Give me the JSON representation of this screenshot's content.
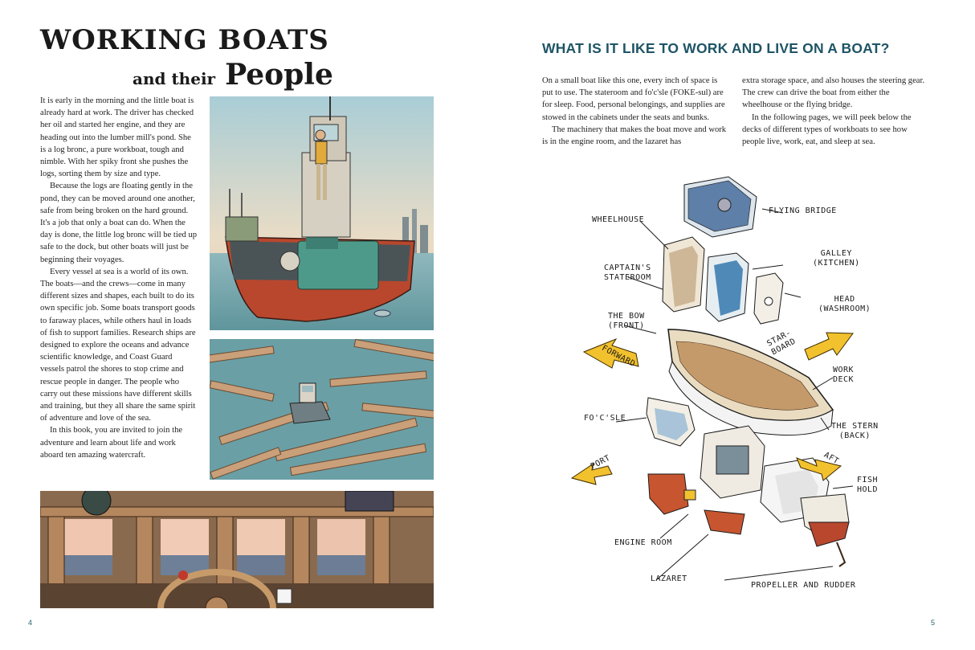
{
  "left_page": {
    "title": {
      "line1": "Working Boats",
      "line2_small": "and their",
      "line2_big": "People"
    },
    "paragraphs": [
      "It is early in the morning and the little boat is already hard at work. The driver has checked her oil and started her engine, and they are heading out into the lumber mill's pond. She is a log bronc, a pure workboat, tough and nimble. With her spiky front she pushes the logs, sorting them by size and type.",
      "Because the logs are floating gently in the pond, they can be moved around one another, safe from being broken on the hard ground. It's a job that only a boat can do. When the day is done, the little log bronc will be tied up safe to the dock, but other boats will just be beginning their voyages.",
      "Every vessel at sea is a world of its own. The boats—and the crews—come in many different sizes and shapes, each built to do its own specific job. Some boats transport goods to faraway places, while others haul in loads of fish to support families. Research ships are designed to explore the oceans and advance scientific knowledge, and Coast Guard vessels patrol the shores to stop crime and rescue people in danger. The people who carry out these missions have different skills and training, but they all share the same spirit of adventure and love of the sea.",
      "In this book, you are invited to join the adventure and learn about life and work aboard ten amazing watercraft."
    ],
    "page_number": "4"
  },
  "right_page": {
    "heading": "What is it like to work and live on a boat?",
    "col1": [
      "On a small boat like this one, every inch of space is put to use. The stateroom and fo'c'sle (FOKE-sul) are for sleep. Food, personal belongings, and supplies are stowed in the cabinets under the seats and bunks.",
      "The machinery that makes the boat move and work is in the engine room, and the lazaret has"
    ],
    "col2": [
      "extra storage space, and also houses the steering gear. The crew can drive the boat from either the wheelhouse or the flying bridge.",
      "In the following pages, we will peek below the decks of different types of workboats to see how people live, work, eat, and sleep at sea."
    ],
    "diagram_labels": {
      "flying_bridge": "Flying Bridge",
      "wheelhouse": "Wheelhouse",
      "galley": "Galley\n(Kitchen)",
      "captains_stateroom": "Captain's\nStateroom",
      "head": "Head\n(Washroom)",
      "bow": "The Bow\n(Front)",
      "starboard": "Star-\nBoard",
      "forward": "Forward",
      "work_deck": "Work\nDeck",
      "focsle": "Fo'c'sle",
      "stern": "The Stern\n(Back)",
      "port": "Port",
      "aft": "Aft",
      "fish_hold": "Fish\nHold",
      "engine_room": "Engine Room",
      "lazaret": "Lazaret",
      "propeller": "Propeller and Rudder"
    },
    "page_number": "5"
  },
  "colors": {
    "heading_teal": "#1e5566",
    "arrow_yellow": "#f2c12e",
    "hull_red": "#b8472e",
    "water_teal": "#6a9fa6"
  }
}
